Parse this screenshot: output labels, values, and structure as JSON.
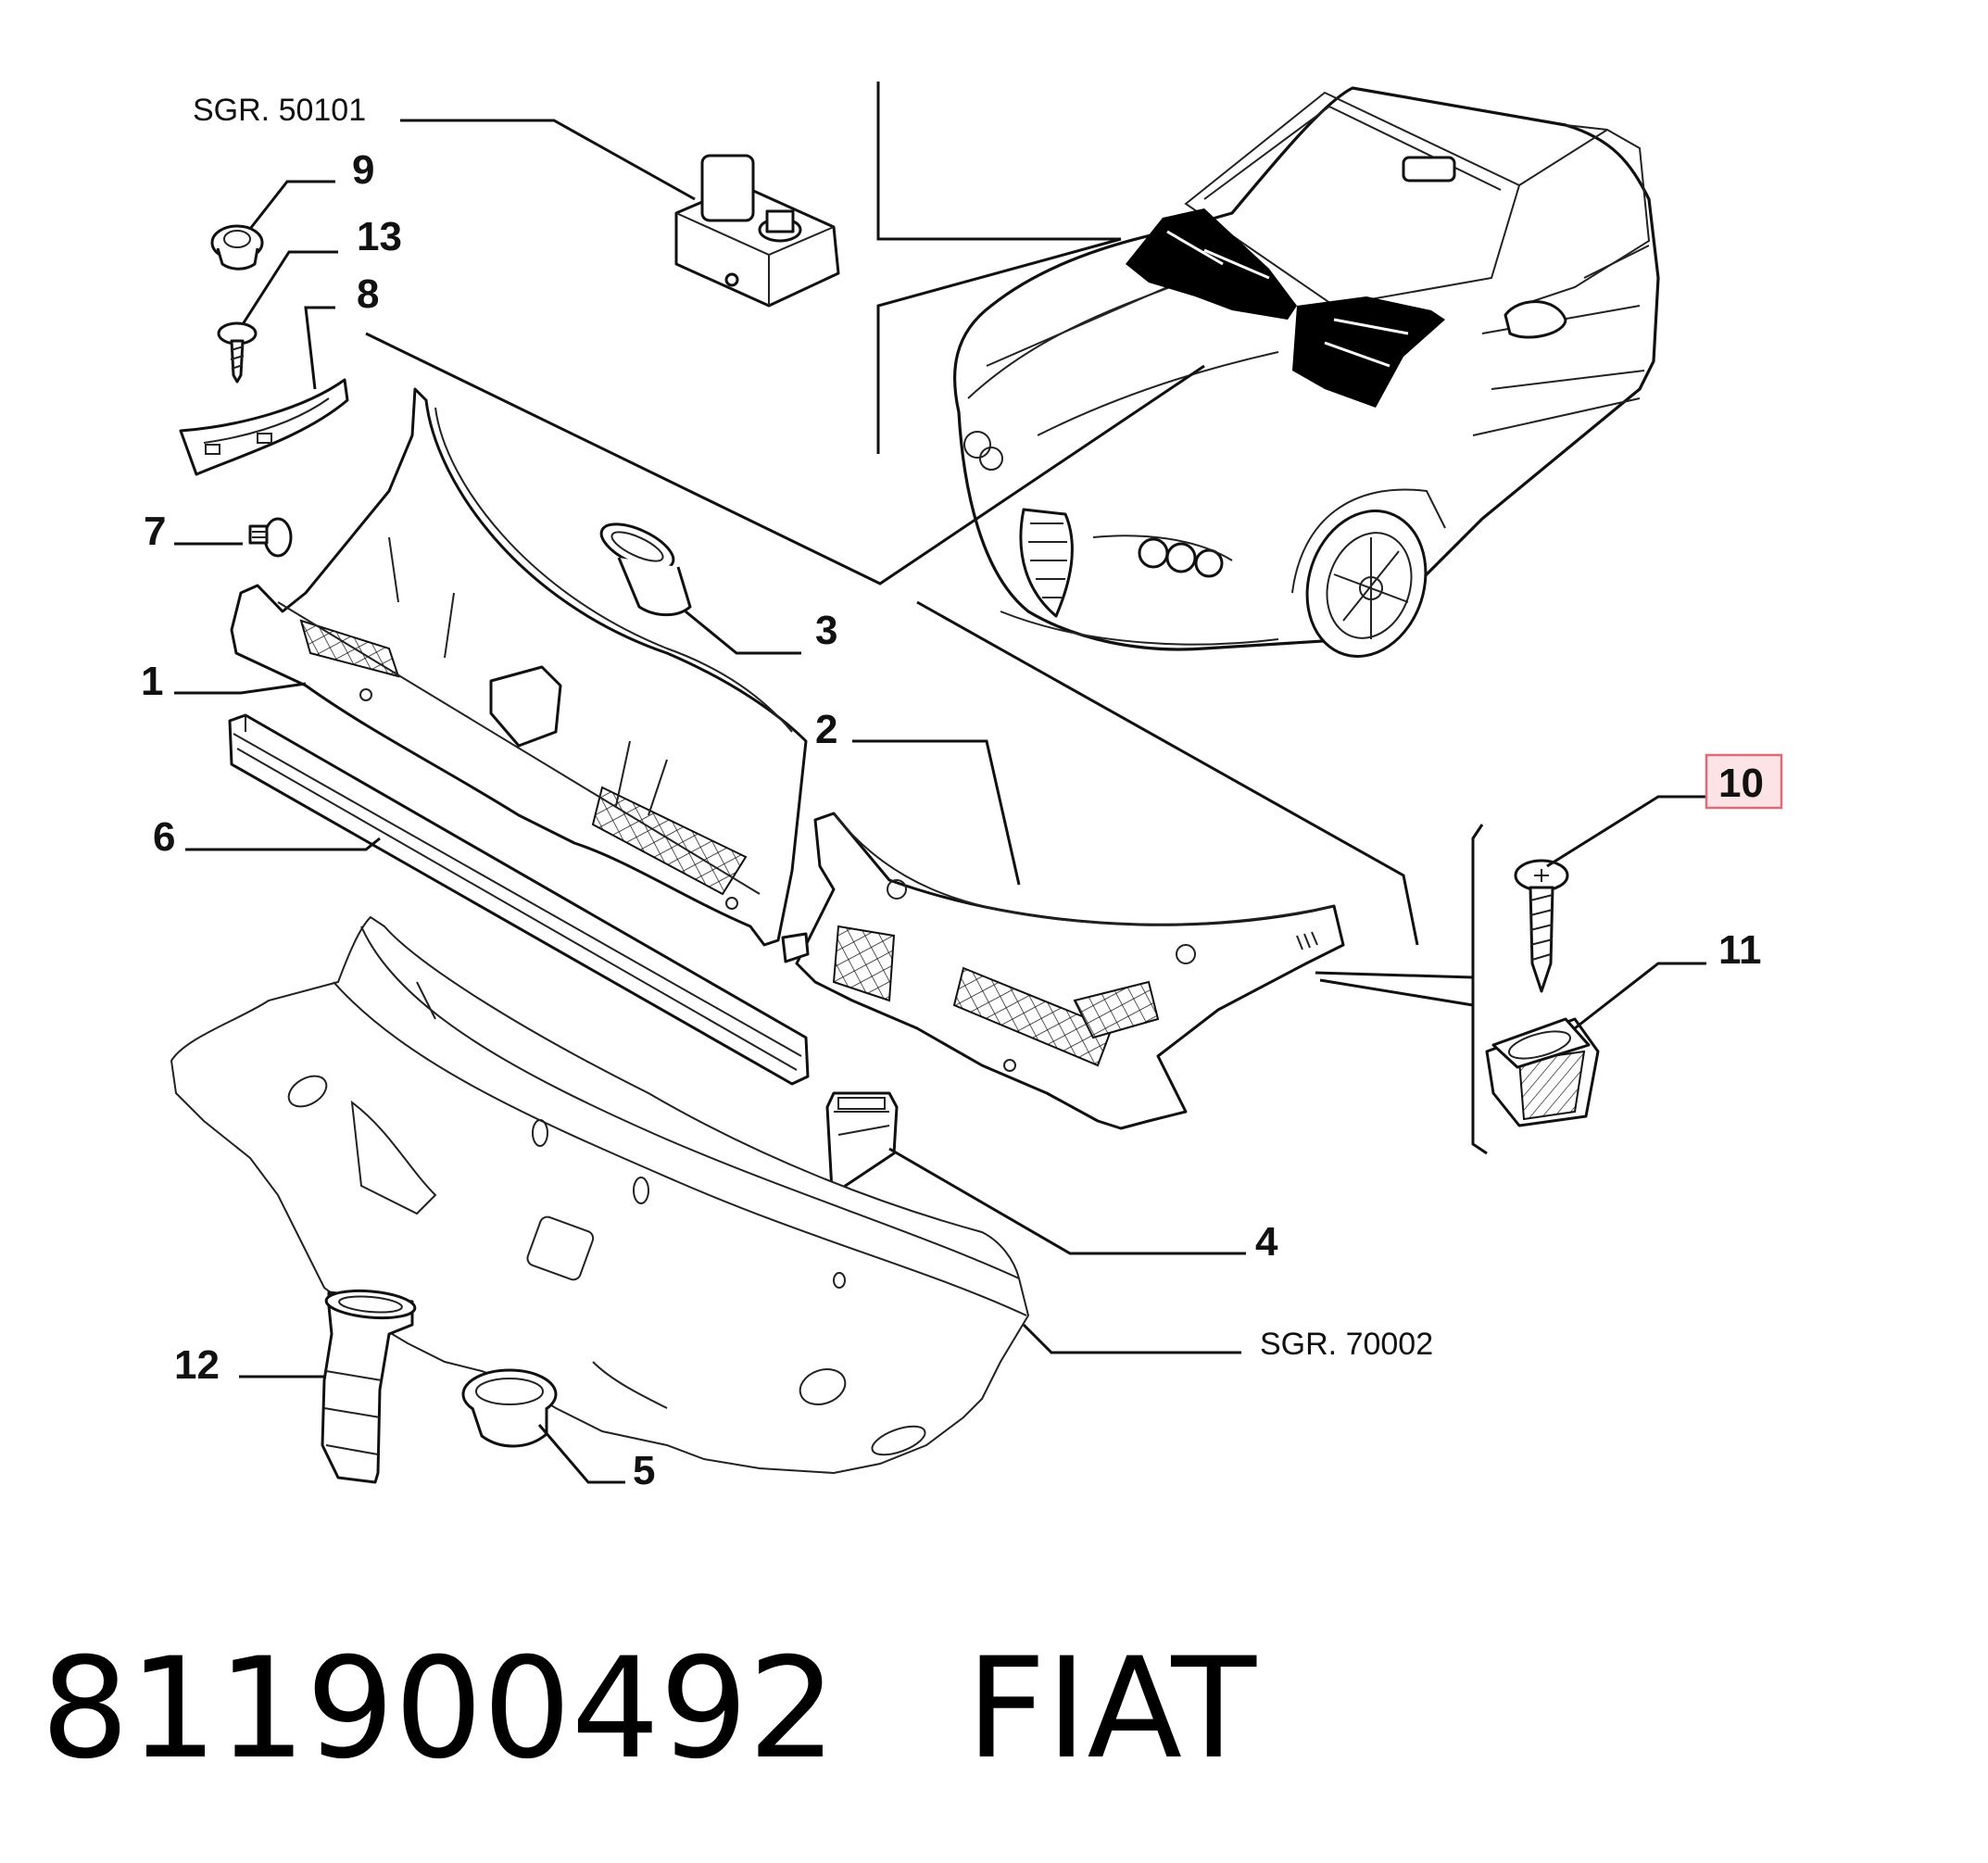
{
  "callouts": {
    "p1": "1",
    "p2": "2",
    "p3": "3",
    "p4": "4",
    "p5": "5",
    "p6": "6",
    "p7": "7",
    "p8": "8",
    "p9": "9",
    "p10": "10",
    "p11": "11",
    "p12": "12",
    "p13": "13"
  },
  "references": {
    "sgr_top": "SGR. 50101",
    "sgr_bottom": "SGR. 70002"
  },
  "highlight": {
    "callout": "10",
    "fill": "#fbe3e6",
    "border": "#e06a78"
  },
  "caption": {
    "part_number": "811900492",
    "brand": "FIAT"
  }
}
